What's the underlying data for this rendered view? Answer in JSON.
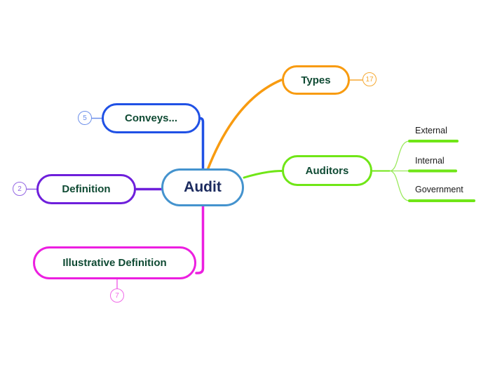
{
  "root": {
    "label": "Audit",
    "border_color": "#4493CE",
    "text_color": "#1B2A5E"
  },
  "label_color": "#0F4A33",
  "branches": [
    {
      "id": "types",
      "label": "Types",
      "badge_count": "17",
      "color": "#F89B10",
      "badge_color": "#F5A933"
    },
    {
      "id": "conveys",
      "label": "Conveys...",
      "badge_count": "5",
      "color": "#2051E5",
      "badge_color": "#6C8FEA"
    },
    {
      "id": "auditors",
      "label": "Auditors",
      "color": "#70E617",
      "fan_color": "#9AE95C",
      "children": [
        "External",
        "Internal",
        "Government"
      ]
    },
    {
      "id": "definition",
      "label": "Definition",
      "badge_count": "2",
      "color": "#6E1FDB",
      "badge_color": "#9467E3"
    },
    {
      "id": "illustrative",
      "label": "Illustrative Definition",
      "badge_count": "7",
      "color": "#EC1FE0",
      "badge_color": "#F06AE8"
    }
  ]
}
